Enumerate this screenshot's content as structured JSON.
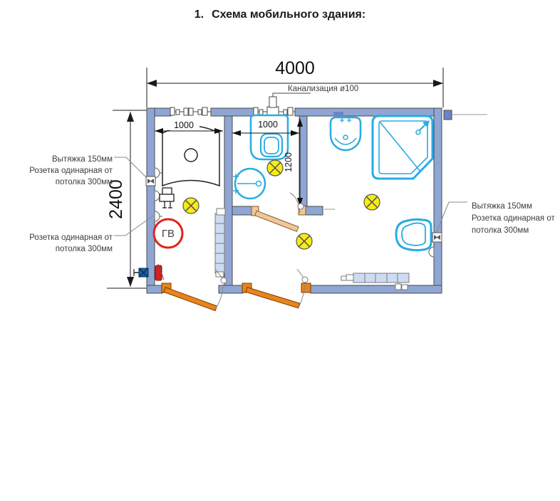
{
  "title": {
    "number": "1.",
    "text": "Схема мобильного здания:"
  },
  "dimensions": {
    "overall_width": "4000",
    "overall_height": "2400",
    "room1_width": "1000",
    "wc_width": "1000",
    "wc_depth": "1200"
  },
  "labels": {
    "sewer": "Канализация ø100",
    "hot_water": "ГВ",
    "left_top": [
      "Вытяжка 150мм",
      "Розетка одинарная от",
      "потолка 300мм"
    ],
    "left_bottom": [
      "Розетка одинарная от",
      "потолка 300мм"
    ],
    "right": [
      "Вытяжка 150мм",
      "Розетка одинарная от",
      "потолка 300мм"
    ]
  },
  "colors": {
    "wall": "#8FA6D4",
    "wall_accent": "#6B85C2",
    "fixture_cyan": "#29ABE2",
    "lamp_yellow": "#F7EC13",
    "door_exterior": "#E8831D",
    "door_interior": "#EFC79B",
    "hot_water_ring": "#E0231B",
    "valve_red": "#D62020",
    "valve_blue": "#1A5EA8",
    "radiator": "#CEDCF2"
  }
}
